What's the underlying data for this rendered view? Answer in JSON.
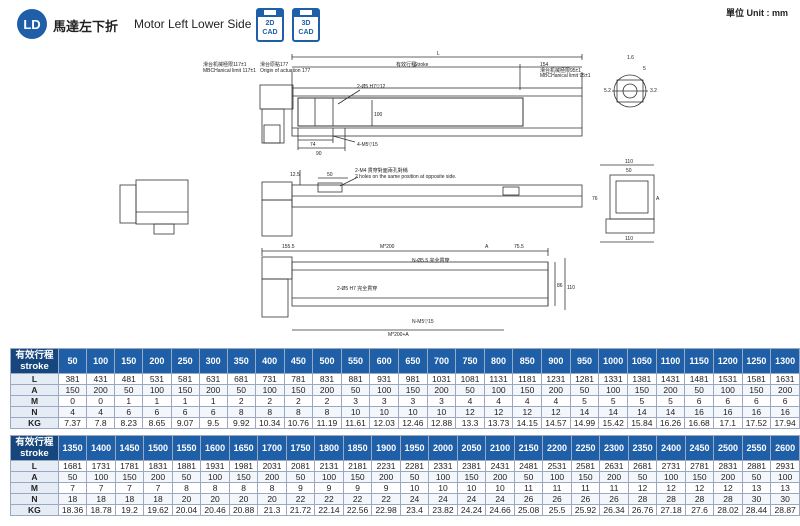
{
  "header": {
    "badge": "LD",
    "title_cn": "馬達左下折",
    "title_en": "Motor Left Lower Side",
    "cad2d_l1": "2D",
    "cad2d_l2": "CAD",
    "cad3d_l1": "3D",
    "cad3d_l2": "CAD",
    "unit": "單位 Unit : mm"
  },
  "drawing": {
    "top": {
      "L": "L",
      "stroke_cn": "有效行程",
      "stroke_en": "Stroke",
      "d154": "154",
      "origin_cn": "滑台原點177",
      "origin_en": "Origin of actuation 177",
      "mech_left_cn": "滑台机械極限117±1",
      "mech_left_en": "MBCHanical limit 117±1",
      "mech_right_cn": "滑台机械極限95±1",
      "mech_right_en": "MBCHanical limit 95±1",
      "hole1": "2-Ø5 H7▽12",
      "d100": "100",
      "d74": "74",
      "d90": "90",
      "m5": "4-M5▽15"
    },
    "middle": {
      "d125": "12.5",
      "d50": "50",
      "m4_cn": "2-M4 貫穿對面兩孔對稱",
      "m4_en": "2 holes on the same position at opposite side."
    },
    "bottom": {
      "d1555": "155.5",
      "mx200": "M*200",
      "a": "A",
      "d755": "75.5",
      "n55": "N-Ø5.5 完全貫穿",
      "n5h7": "2-Ø5 H7 完全貫穿",
      "nm5": "N-M5▽15",
      "mx200a": "M*200+A",
      "d86": "86",
      "d110": "110"
    },
    "side": {
      "d16": "1.6",
      "d5": "5",
      "d32": "3.2",
      "d52": "5.2",
      "w110a": "110",
      "w50": "50",
      "h76": "76",
      "a": "A",
      "w110b": "110"
    }
  },
  "table1": {
    "label_cn": "有效行程",
    "label_en": "stroke",
    "strokes": [
      "50",
      "100",
      "150",
      "200",
      "250",
      "300",
      "350",
      "400",
      "450",
      "500",
      "550",
      "600",
      "650",
      "700",
      "750",
      "800",
      "850",
      "900",
      "950",
      "1000",
      "1050",
      "1100",
      "1150",
      "1200",
      "1250",
      "1300"
    ],
    "rows": [
      {
        "label": "L",
        "values": [
          "381",
          "431",
          "481",
          "531",
          "581",
          "631",
          "681",
          "731",
          "781",
          "831",
          "881",
          "931",
          "981",
          "1031",
          "1081",
          "1131",
          "1181",
          "1231",
          "1281",
          "1331",
          "1381",
          "1431",
          "1481",
          "1531",
          "1581",
          "1631"
        ]
      },
      {
        "label": "A",
        "values": [
          "150",
          "200",
          "50",
          "100",
          "150",
          "200",
          "50",
          "100",
          "150",
          "200",
          "50",
          "100",
          "150",
          "200",
          "50",
          "100",
          "150",
          "200",
          "50",
          "100",
          "150",
          "200",
          "50",
          "100",
          "150",
          "200"
        ]
      },
      {
        "label": "M",
        "values": [
          "0",
          "0",
          "1",
          "1",
          "1",
          "1",
          "2",
          "2",
          "2",
          "2",
          "3",
          "3",
          "3",
          "3",
          "4",
          "4",
          "4",
          "4",
          "5",
          "5",
          "5",
          "5",
          "6",
          "6",
          "6",
          "6"
        ]
      },
      {
        "label": "N",
        "values": [
          "4",
          "4",
          "6",
          "6",
          "6",
          "6",
          "8",
          "8",
          "8",
          "8",
          "10",
          "10",
          "10",
          "10",
          "12",
          "12",
          "12",
          "12",
          "14",
          "14",
          "14",
          "14",
          "16",
          "16",
          "16",
          "16"
        ]
      },
      {
        "label": "KG",
        "values": [
          "7.37",
          "7.8",
          "8.23",
          "8.65",
          "9.07",
          "9.5",
          "9.92",
          "10.34",
          "10.76",
          "11.19",
          "11.61",
          "12.03",
          "12.46",
          "12.88",
          "13.3",
          "13.73",
          "14.15",
          "14.57",
          "14.99",
          "15.42",
          "15.84",
          "16.26",
          "16.68",
          "17.1",
          "17.52",
          "17.94"
        ]
      }
    ]
  },
  "table2": {
    "label_cn": "有效行程",
    "label_en": "stroke",
    "strokes": [
      "1350",
      "1400",
      "1450",
      "1500",
      "1550",
      "1600",
      "1650",
      "1700",
      "1750",
      "1800",
      "1850",
      "1900",
      "1950",
      "2000",
      "2050",
      "2100",
      "2150",
      "2200",
      "2250",
      "2300",
      "2350",
      "2400",
      "2450",
      "2500",
      "2550",
      "2600"
    ],
    "rows": [
      {
        "label": "L",
        "values": [
          "1681",
          "1731",
          "1781",
          "1831",
          "1881",
          "1931",
          "1981",
          "2031",
          "2081",
          "2131",
          "2181",
          "2231",
          "2281",
          "2331",
          "2381",
          "2431",
          "2481",
          "2531",
          "2581",
          "2631",
          "2681",
          "2731",
          "2781",
          "2831",
          "2881",
          "2931"
        ]
      },
      {
        "label": "A",
        "values": [
          "50",
          "100",
          "150",
          "200",
          "50",
          "100",
          "150",
          "200",
          "50",
          "100",
          "150",
          "200",
          "50",
          "100",
          "150",
          "200",
          "50",
          "100",
          "150",
          "200",
          "50",
          "100",
          "150",
          "200",
          "50",
          "100"
        ]
      },
      {
        "label": "M",
        "values": [
          "7",
          "7",
          "7",
          "7",
          "8",
          "8",
          "8",
          "8",
          "9",
          "9",
          "9",
          "9",
          "10",
          "10",
          "10",
          "10",
          "11",
          "11",
          "11",
          "11",
          "12",
          "12",
          "12",
          "12",
          "13",
          "13"
        ]
      },
      {
        "label": "N",
        "values": [
          "18",
          "18",
          "18",
          "18",
          "20",
          "20",
          "20",
          "20",
          "22",
          "22",
          "22",
          "22",
          "24",
          "24",
          "24",
          "24",
          "26",
          "26",
          "26",
          "26",
          "28",
          "28",
          "28",
          "28",
          "30",
          "30"
        ]
      },
      {
        "label": "KG",
        "values": [
          "18.36",
          "18.78",
          "19.2",
          "19.62",
          "20.04",
          "20.46",
          "20.88",
          "21.3",
          "21.72",
          "22.14",
          "22.56",
          "22.98",
          "23.4",
          "23.82",
          "24.24",
          "24.66",
          "25.08",
          "25.5",
          "25.92",
          "26.34",
          "26.76",
          "27.18",
          "27.6",
          "28.02",
          "28.44",
          "28.87"
        ]
      }
    ]
  }
}
